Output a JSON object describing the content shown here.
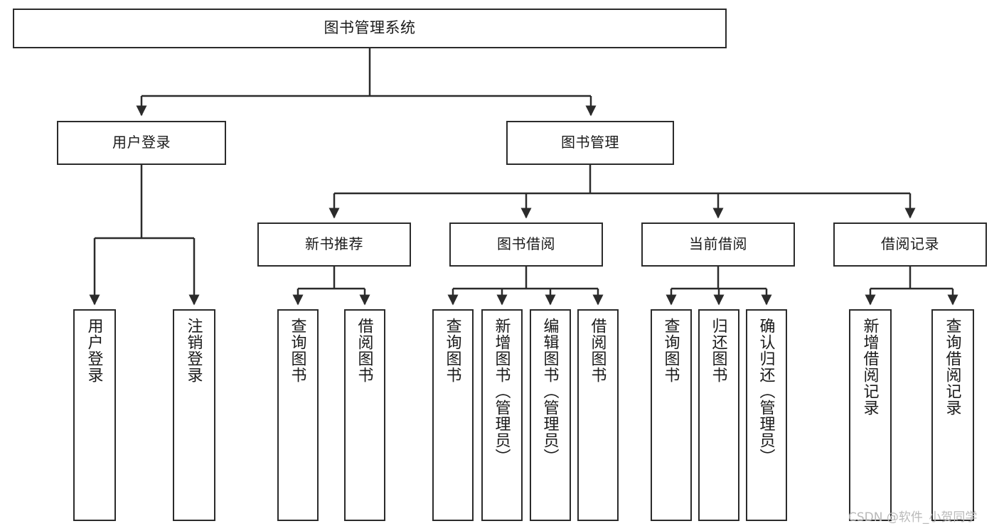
{
  "diagram": {
    "type": "tree-hierarchy",
    "title": "图书管理系统",
    "orientation": "top-down",
    "watermark": "CSDN @软件_小贺同学",
    "colors": {
      "box_border": "#2b2b2b",
      "box_fill": "#ffffff",
      "connector": "#2b2b2b",
      "text": "#1a1a1a",
      "watermark": "#b9b9b9",
      "background": "#ffffff"
    },
    "levels": {
      "root": "图书管理系统",
      "level1": [
        "用户登录",
        "图书管理"
      ],
      "level2": [
        "新书推荐",
        "图书借阅",
        "当前借阅",
        "借阅记录"
      ],
      "leaves": [
        "用户登录",
        "注销登录",
        "查询图书",
        "借阅图书",
        "查询图书",
        "新增图书（管理员）",
        "编辑图书（管理员）",
        "借阅图书",
        "查询图书",
        "归还图书",
        "确认归还（管理员）",
        "新增借阅记录",
        "查询借阅记录"
      ]
    },
    "nodes": {
      "root": {
        "label": "图书管理系统"
      },
      "user_login": {
        "label": "用户登录"
      },
      "book_mgmt": {
        "label": "图书管理"
      },
      "new_book_rec": {
        "label": "新书推荐"
      },
      "book_borrow": {
        "label": "图书借阅"
      },
      "current_borrow": {
        "label": "当前借阅"
      },
      "borrow_record": {
        "label": "借阅记录"
      },
      "leaf_user_login": {
        "label": "用户登录"
      },
      "leaf_logout": {
        "label": "注销登录"
      },
      "leaf_query_book_1": {
        "label": "查询图书"
      },
      "leaf_borrow_book_1": {
        "label": "借阅图书"
      },
      "leaf_query_book_2": {
        "label": "查询图书"
      },
      "leaf_add_book": {
        "label": "新增图书（管理员）"
      },
      "leaf_edit_book": {
        "label": "编辑图书（管理员）"
      },
      "leaf_borrow_book_2": {
        "label": "借阅图书"
      },
      "leaf_query_book_3": {
        "label": "查询图书"
      },
      "leaf_return_book": {
        "label": "归还图书"
      },
      "leaf_confirm_return": {
        "label": "确认归还（管理员）"
      },
      "leaf_add_record": {
        "label": "新增借阅记录"
      },
      "leaf_query_record": {
        "label": "查询借阅记录"
      }
    },
    "edges": [
      {
        "from": "root",
        "to": "user_login"
      },
      {
        "from": "root",
        "to": "book_mgmt"
      },
      {
        "from": "user_login",
        "to": "leaf_user_login"
      },
      {
        "from": "user_login",
        "to": "leaf_logout"
      },
      {
        "from": "book_mgmt",
        "to": "new_book_rec"
      },
      {
        "from": "book_mgmt",
        "to": "book_borrow"
      },
      {
        "from": "book_mgmt",
        "to": "current_borrow"
      },
      {
        "from": "book_mgmt",
        "to": "borrow_record"
      },
      {
        "from": "new_book_rec",
        "to": "leaf_query_book_1"
      },
      {
        "from": "new_book_rec",
        "to": "leaf_borrow_book_1"
      },
      {
        "from": "book_borrow",
        "to": "leaf_query_book_2"
      },
      {
        "from": "book_borrow",
        "to": "leaf_add_book"
      },
      {
        "from": "book_borrow",
        "to": "leaf_edit_book"
      },
      {
        "from": "book_borrow",
        "to": "leaf_borrow_book_2"
      },
      {
        "from": "current_borrow",
        "to": "leaf_query_book_3"
      },
      {
        "from": "current_borrow",
        "to": "leaf_return_book"
      },
      {
        "from": "current_borrow",
        "to": "leaf_confirm_return"
      },
      {
        "from": "borrow_record",
        "to": "leaf_add_record"
      },
      {
        "from": "borrow_record",
        "to": "leaf_query_record"
      }
    ]
  }
}
